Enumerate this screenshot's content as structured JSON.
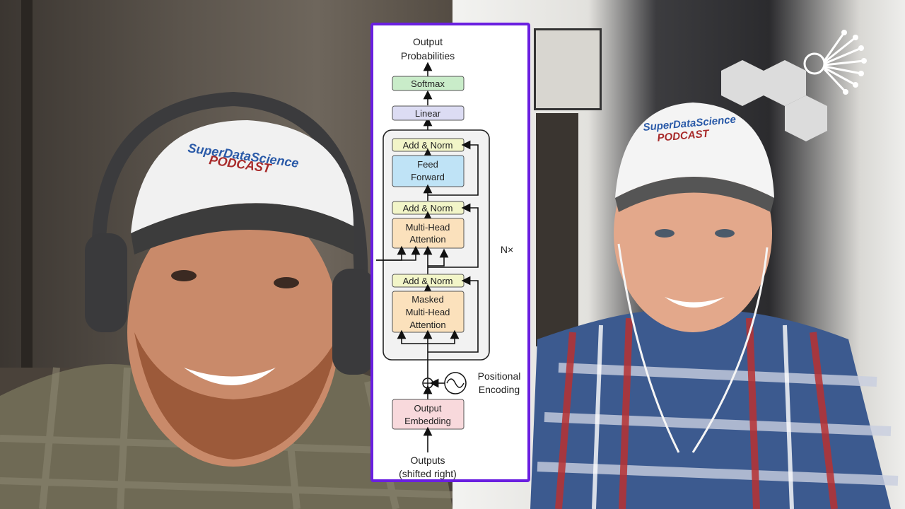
{
  "left_speaker": {
    "cap_line1": "SuperDataScience",
    "cap_line2": "PODCAST"
  },
  "right_speaker": {
    "cap_line1": "SuperDataScience",
    "cap_line2": "PODCAST"
  },
  "diagram": {
    "top_label_1": "Output",
    "top_label_2": "Probabilities",
    "softmax": "Softmax",
    "linear": "Linear",
    "add_norm_3": "Add & Norm",
    "feed_forward_1": "Feed",
    "feed_forward_2": "Forward",
    "add_norm_2": "Add & Norm",
    "mha_1": "Multi-Head",
    "mha_2": "Attention",
    "nx": "N×",
    "add_norm_1": "Add & Norm",
    "masked_1": "Masked",
    "masked_2": "Multi-Head",
    "masked_3": "Attention",
    "positional_1": "Positional",
    "positional_2": "Encoding",
    "embed_1": "Output",
    "embed_2": "Embedding",
    "bottom_1": "Outputs",
    "bottom_2": "(shifted right)"
  },
  "colors": {
    "card_border": "#6a1fe0",
    "softmax_fill": "#c9ecc9",
    "linear_fill": "#dcdcf3",
    "add_norm_fill": "#f2f5c8",
    "feed_forward_fill": "#bfe3f6",
    "attention_fill": "#fbe1bc",
    "embedding_fill": "#f8d9dc"
  },
  "logo": {
    "icon": "dandelion-logo-icon"
  }
}
